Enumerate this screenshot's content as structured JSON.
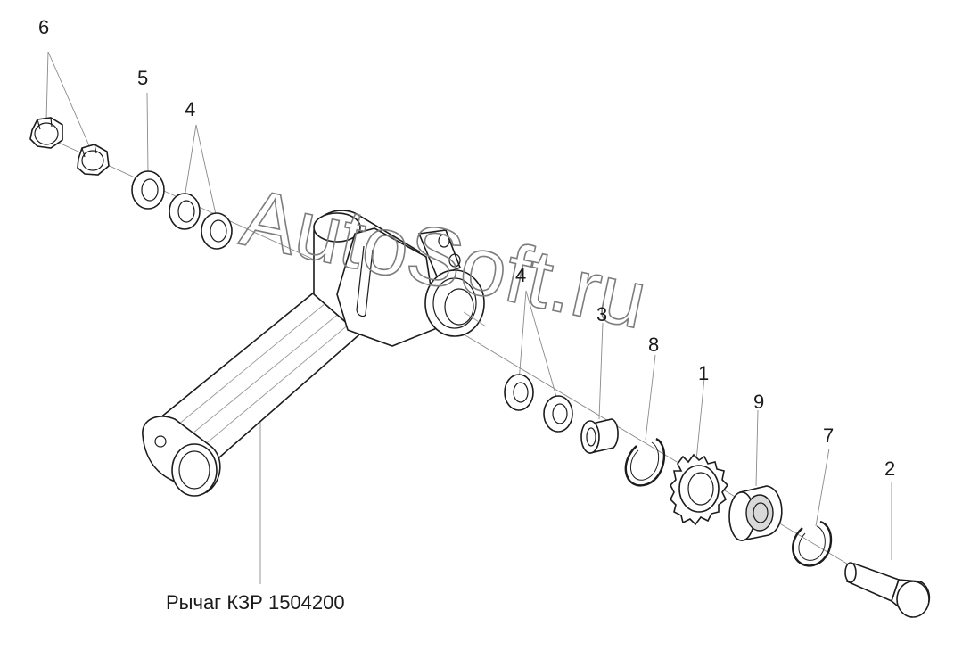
{
  "caption": "Рычаг КЗР 1504200",
  "watermark": "AutoSoft.ru",
  "callouts": {
    "c6": "6",
    "c5": "5",
    "c4_top": "4",
    "c4_mid": "4",
    "c3": "3",
    "c8": "8",
    "c1": "1",
    "c9": "9",
    "c7": "7",
    "c2": "2"
  },
  "colors": {
    "line": "#1c1c1c",
    "leader": "#8a8a8a",
    "watermark": "#7d7d7d"
  }
}
